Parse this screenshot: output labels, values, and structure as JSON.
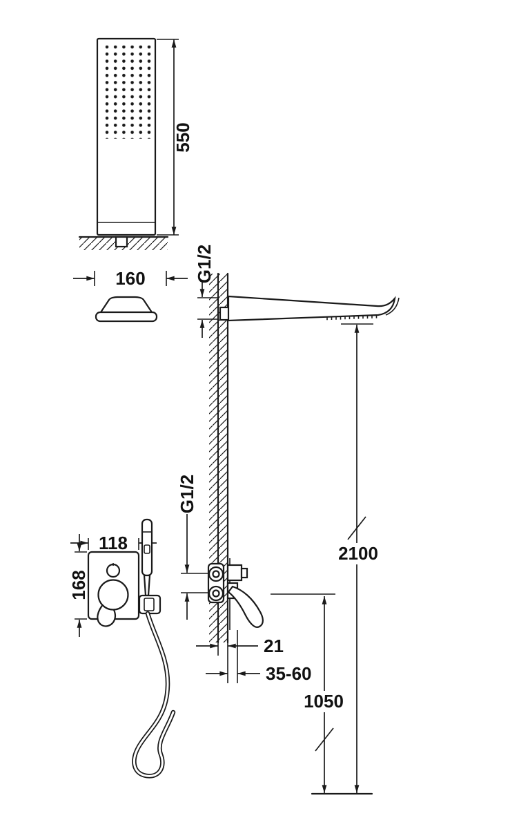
{
  "drawing": {
    "type": "technical-dimension-drawing",
    "subject": "concealed shower set: hand shower stick, cascade wall spout and single-lever mixer",
    "line_color": "#1a1a1a",
    "background": "#ffffff",
    "dimensions": {
      "hand_shower_length": "550",
      "head_width": "160",
      "spout_thread": "G1/2",
      "spout_height": "2100",
      "mixer_width": "118",
      "mixer_height": "168",
      "mixer_thread": "G1/2",
      "wall_offset": "21",
      "embed_depth": "35-60",
      "mixer_mount_height": "1050"
    }
  }
}
